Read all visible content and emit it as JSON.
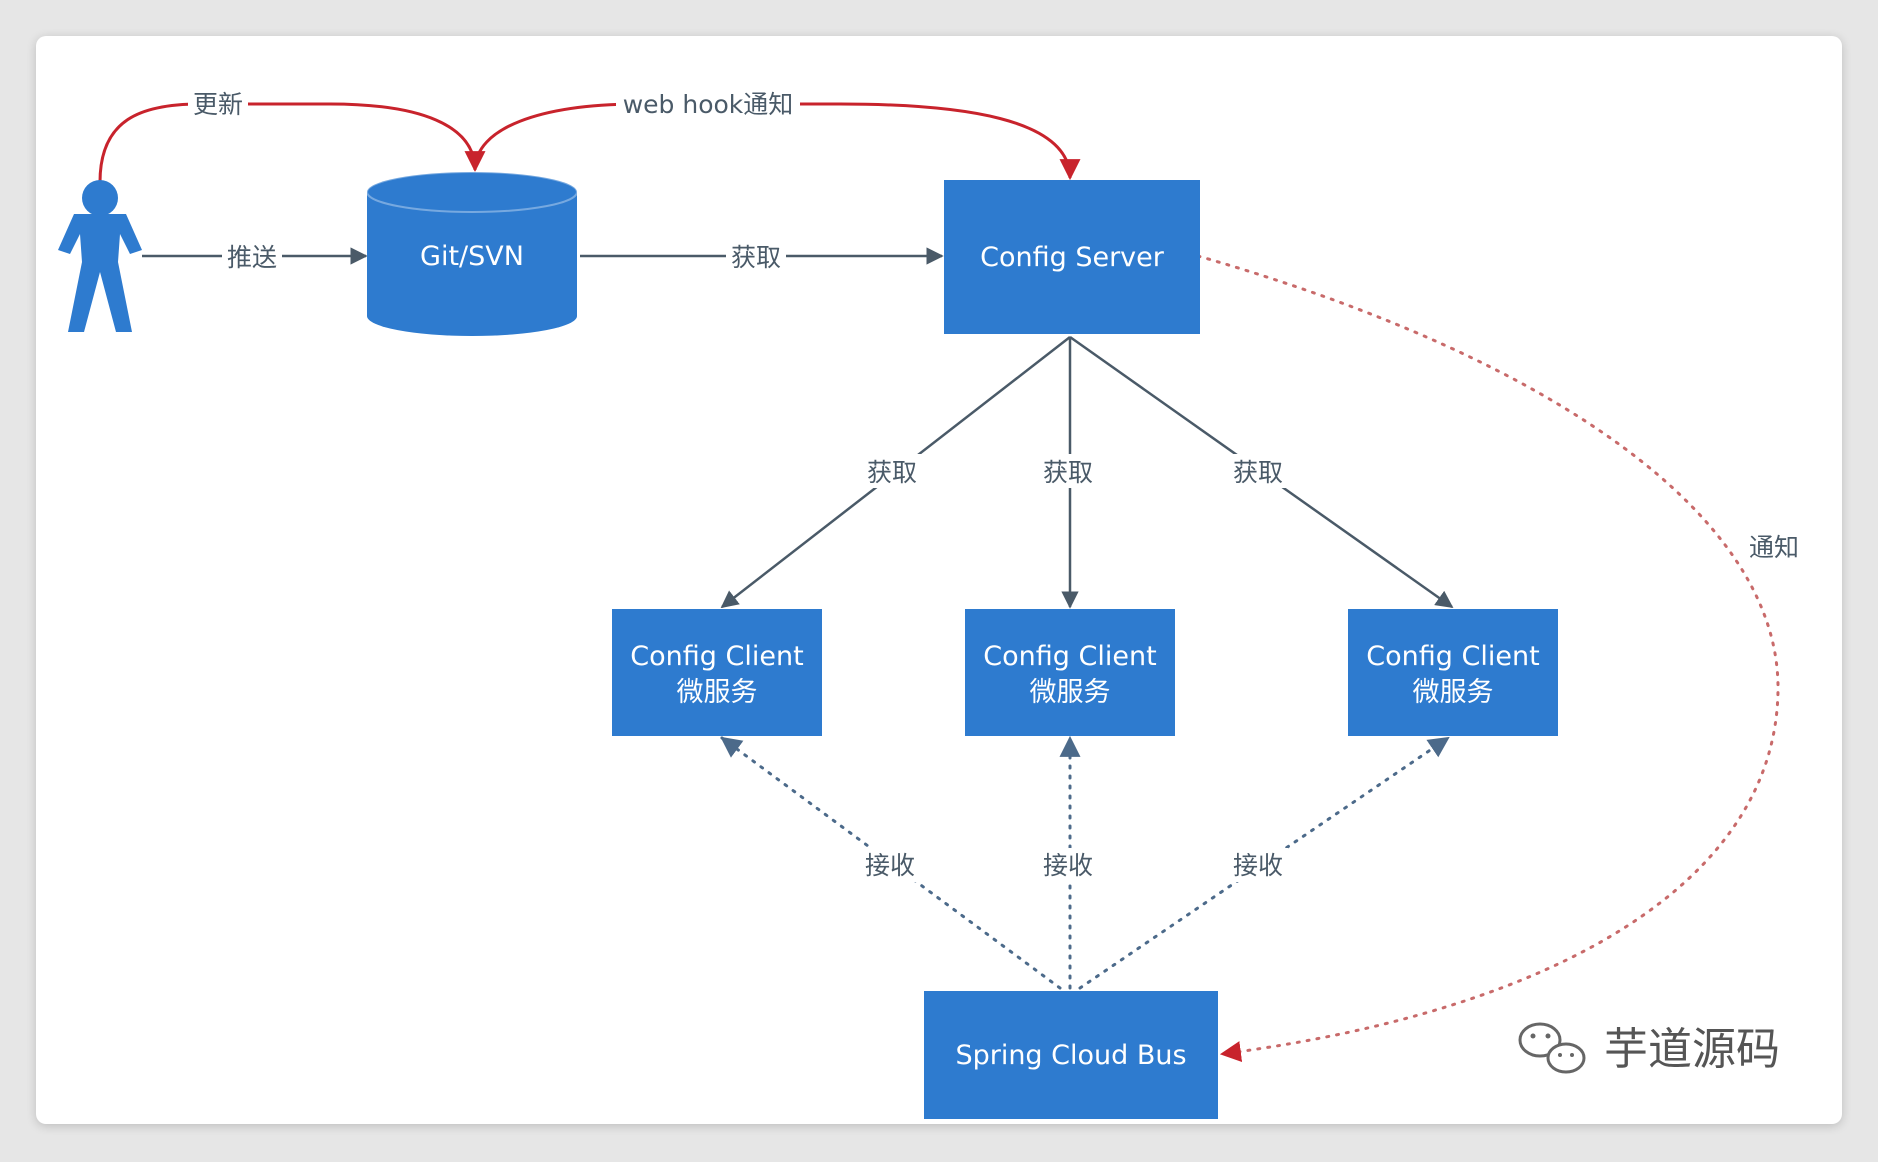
{
  "colors": {
    "node_fill": "#2e7bcf",
    "solid_arrow": "#4a5a68",
    "red_arrow": "#c8232c",
    "dotted_blue": "#4c6a8a",
    "dotted_red": "#c86a6a"
  },
  "actor": {
    "icon": "user-icon"
  },
  "nodes": {
    "git": "Git/SVN",
    "server": "Config  Server",
    "client1": {
      "line1": "Config  Client",
      "line2": "微服务"
    },
    "client2": {
      "line1": "Config  Client",
      "line2": "微服务"
    },
    "client3": {
      "line1": "Config  Client",
      "line2": "微服务"
    },
    "bus": "Spring  Cloud  Bus"
  },
  "edges": {
    "update": "更新",
    "push": "推送",
    "webhook": "web  hook通知",
    "fetch_git": "获取",
    "fetch1": "获取",
    "fetch2": "获取",
    "fetch3": "获取",
    "notify": "通知",
    "receive1": "接收",
    "receive2": "接收",
    "receive3": "接收"
  },
  "watermark": {
    "icon": "wechat-icon",
    "text": "芋道源码"
  }
}
